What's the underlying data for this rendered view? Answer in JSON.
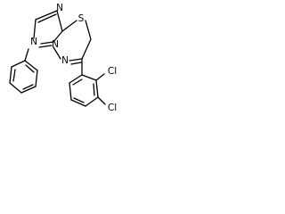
{
  "molecule": {
    "atoms": {
      "n_top": "N",
      "s": "S",
      "n_mid": "N",
      "n_ring": "N",
      "n_bottom": "N",
      "cl_ortho": "Cl",
      "cl_para": "Cl"
    }
  }
}
